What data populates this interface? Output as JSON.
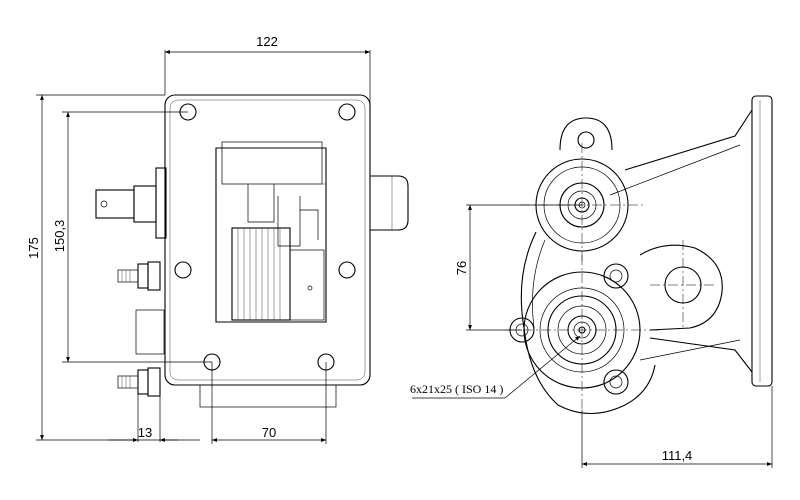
{
  "dimensions": {
    "top_width": "122",
    "left_height_outer": "175",
    "left_height_inner": "150,3",
    "bottom_left": "13",
    "bottom_center": "70",
    "right_vertical": "76",
    "right_bottom": "111,4"
  },
  "annotations": {
    "shaft_spec": "6x21x25 ( ISO 14 )"
  }
}
